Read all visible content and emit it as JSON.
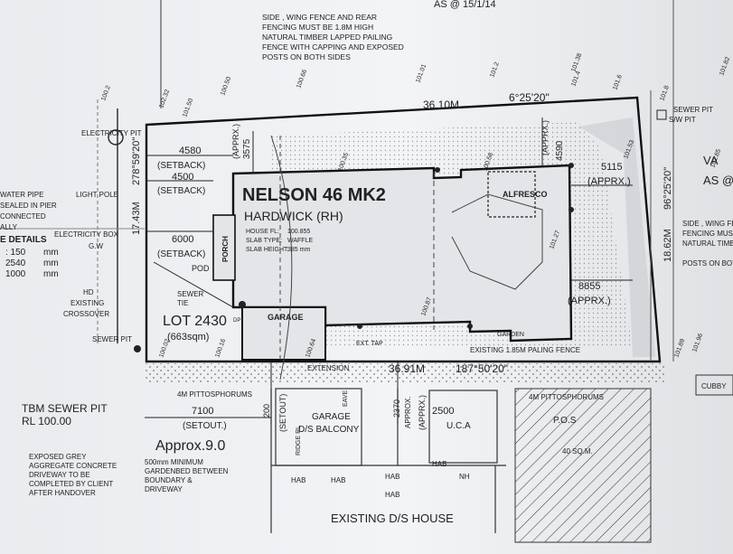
{
  "header_note": "AS @ 15/1/14",
  "fence_note": [
    "SIDE , WING FENCE AND REAR",
    "FENCING MUST BE 1.8M HIGH",
    "NATURAL TIMBER LAPPED PAILING",
    "FENCE WITH CAPPING AND EXPOSED",
    "POSTS ON BOTH SIDES"
  ],
  "fence_note_right": [
    "SIDE , WING FEN",
    "FENCING MUST",
    "NATURAL TIMBER",
    "POSTS ON BOTH"
  ],
  "right_edge": {
    "va": "VA",
    "as": "AS @",
    "sewer_pit": "SEWER PIT",
    "sw_pit": "S/W PIT",
    "cubby": "CUBBY"
  },
  "house": {
    "name": "NELSON 46 MK2",
    "variant": "HARDWICK (RH)",
    "house_fl_label": "HOUSE FL:",
    "house_fl": "100.855",
    "slab_type_label": "SLAB TYPE:",
    "slab_type": "WAFFLE",
    "slab_height_label": "SLAB HEIGHT:",
    "slab_height": "385 mm",
    "porch": "PORCH",
    "garage": "GARAGE",
    "alfresco": "ALFRESCO"
  },
  "lot": {
    "label": "LOT 2430",
    "area": "(663sqm)"
  },
  "dimensions": {
    "top_boundary": "36.10M",
    "top_bearing": "6°25'20\"",
    "bottom_boundary": "36.91M",
    "bottom_bearing": "187°50'20\"",
    "left_boundary": "17.43M",
    "left_bearing": "278°59'20\"",
    "right_boundary": "18.62M",
    "right_bearing": "96°25'20\"",
    "setback_4580": "4580",
    "setback_4500": "4500",
    "setback_6000": "6000",
    "setback_label": "(SETBACK)",
    "dim_3575": "3575",
    "approx_label": "(APPRX.)",
    "dim_4590": "4590",
    "dim_5115": "5115",
    "approx_full": "(APPRX.)",
    "dim_8855": "8855",
    "dim_7100": "7100",
    "setout": "(SETOUT.)",
    "setout_v": "(SETOUT)",
    "dim_200": "200",
    "dim_2500": "2500",
    "dim_2370": "2370",
    "approx_small": "APPROX."
  },
  "site_labels": {
    "electricity_pit": "ELECTRICITY PIT",
    "light_pole": "LIGHT POLE",
    "electricity_box": "ELECTRICITY BOX",
    "gw": "G.W",
    "hd": "HD",
    "existing": "EXISTING",
    "crossover": "CROSSOVER",
    "sewer_tie": "SEWER",
    "sewer_tie2": "TIE",
    "pod": "POD",
    "sewer_pit_left": "SEWER PIT",
    "ext_tap": "EXT. TAP",
    "garden": "GARDEN",
    "paling_fence": "EXISTING 1.85M PALING FENCE",
    "pitto_left": "4M PITTOSPHORUMS",
    "pitto_right": "4M PITTOSPHORUMS",
    "extension": "EXTENSION",
    "eave": "EAVE",
    "pos": "P.O.S",
    "pos_area": "40 SQ.M.",
    "dp": "DP",
    "ridge": "RIDGE RL"
  },
  "left_legend": {
    "water": "WATER PIPE",
    "sealed": "SEALED IN PIER",
    "connected": "CONNECTED",
    "ally": "ALLY",
    "details": "E DETAILS",
    "rows": [
      {
        "val": ": 150",
        "unit": "mm"
      },
      {
        "val": "2540",
        "unit": "mm"
      },
      {
        "val": "1000",
        "unit": "mm"
      }
    ]
  },
  "tbm": {
    "line1": "TBM SEWER PIT",
    "line2": "RL 100.00"
  },
  "approx_9": "Approx.9.0",
  "driveway_note": [
    "EXPOSED GREY",
    "AGGREGATE CONCRETE",
    "DRIVEWAY TO BE",
    "COMPLETED BY CLIENT",
    "AFTER HANDOVER"
  ],
  "garden_note": [
    "500mm MINIMUM",
    "GARDENBED BETWEEN",
    "BOUNDARY &",
    "DRIVEWAY"
  ],
  "neighbour": {
    "garage": "GARAGE",
    "balcony": "D/S BALCONY",
    "uca": "U.C.A",
    "hab": "HAB",
    "nh": "NH",
    "existing_house": "EXISTING D/S HOUSE"
  },
  "contours": [
    "102.32",
    "101.50",
    "100.50",
    "100.66",
    "101.01",
    "101.2",
    "101.38",
    "101.4",
    "101.6",
    "101.82",
    "101.8",
    "100.2",
    "100.35",
    "100.58",
    "101.27",
    "101.53",
    "100.87",
    "100.64",
    "100.16",
    "100.02",
    "101.89",
    "101.96",
    "101.85"
  ]
}
